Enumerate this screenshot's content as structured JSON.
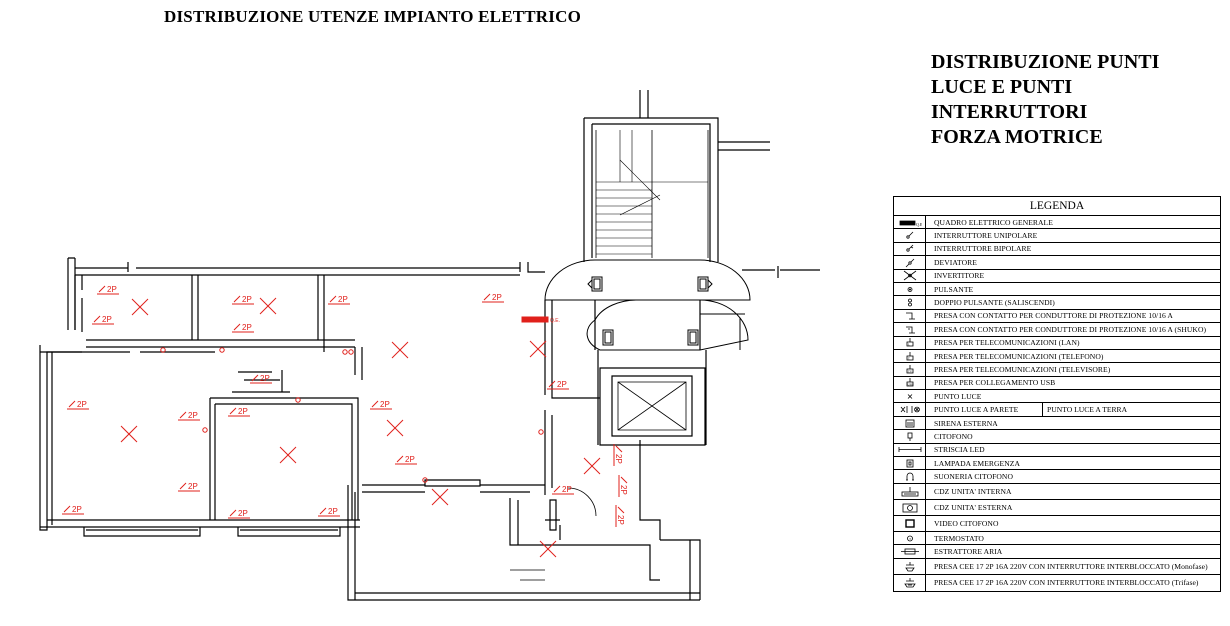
{
  "page": {
    "title": "DISTRIBUZIONE UTENZE IMPIANTO ELETTRICO",
    "side_title": [
      "DISTRIBUZIONE PUNTI",
      "LUCE E PUNTI",
      "INTERRUTTORI",
      "FORZA MOTRICE"
    ]
  },
  "plan": {
    "switch_label": "2P",
    "panel_label": "Q.E.",
    "colors": {
      "wall": "#000000",
      "electrical": "#e0201b"
    }
  },
  "legend": {
    "title": "LEGENDA",
    "items": [
      {
        "icon": "panel-icon",
        "label": "QUADRO ELETTRICO GENERALE"
      },
      {
        "icon": "single-switch-icon",
        "label": "INTERRUTTORE UNIPOLARE"
      },
      {
        "icon": "double-switch-icon",
        "label": "INTERRUTTORE BIPOLARE"
      },
      {
        "icon": "deviator-icon",
        "label": "DEVIATORE"
      },
      {
        "icon": "inverter-icon",
        "label": "INVERTITORE"
      },
      {
        "icon": "push-button-icon",
        "label": "PULSANTE"
      },
      {
        "icon": "double-push-button-icon",
        "label": "DOPPIO PULSANTE (SALISCENDI)"
      },
      {
        "icon": "socket-icon",
        "label": "PRESA CON CONTATTO PER CONDUTTORE DI PROTEZIONE 10/16 A"
      },
      {
        "icon": "schuko-socket-icon",
        "label": "PRESA CON CONTATTO PER CONDUTTORE DI PROTEZIONE 10/16 A (SHUKO)"
      },
      {
        "icon": "lan-socket-icon",
        "label": "PRESA PER TELECOMUNICAZIONI (LAN)"
      },
      {
        "icon": "phone-socket-icon",
        "label": "PRESA PER TELECOMUNICAZIONI (TELEFONO)"
      },
      {
        "icon": "tv-socket-icon",
        "label": "PRESA PER TELECOMUNICAZIONI (TELEVISORE)"
      },
      {
        "icon": "usb-socket-icon",
        "label": "PRESA PER COLLEGAMENTO USB"
      },
      {
        "icon": "light-point-icon",
        "label": "PUNTO LUCE"
      },
      {
        "icon": "wall-light-icon",
        "label": "PUNTO LUCE A PARETE",
        "label2": "PUNTO LUCE A TERRA"
      },
      {
        "icon": "siren-icon",
        "label": "SIRENA ESTERNA"
      },
      {
        "icon": "intercom-icon",
        "label": "CITOFONO"
      },
      {
        "icon": "led-strip-icon",
        "label": "STRISCIA LED"
      },
      {
        "icon": "emergency-lamp-icon",
        "label": "LAMPADA EMERGENZA"
      },
      {
        "icon": "intercom-bell-icon",
        "label": "SUONERIA CITOFONO"
      },
      {
        "icon": "internal-unit-icon",
        "label": "CDZ UNITA' INTERNA"
      },
      {
        "icon": "external-unit-icon",
        "label": "CDZ UNITA' ESTERNA"
      },
      {
        "icon": "video-intercom-icon",
        "label": " VIDEO CITOFONO"
      },
      {
        "icon": "thermostat-icon",
        "label": "TERMOSTATO"
      },
      {
        "icon": "extractor-icon",
        "label": "ESTRATTORE ARIA"
      },
      {
        "icon": "cee-socket-mono-icon",
        "label": "PRESA CEE 17 2P 16A 220V CON INTERRUTTORE INTERBLOCCATO (Monofase)"
      },
      {
        "icon": "cee-socket-tri-icon",
        "label": "PRESA CEE 17 2P 16A 220V CON INTERRUTTORE INTERBLOCCATO (Trifase)"
      }
    ]
  }
}
